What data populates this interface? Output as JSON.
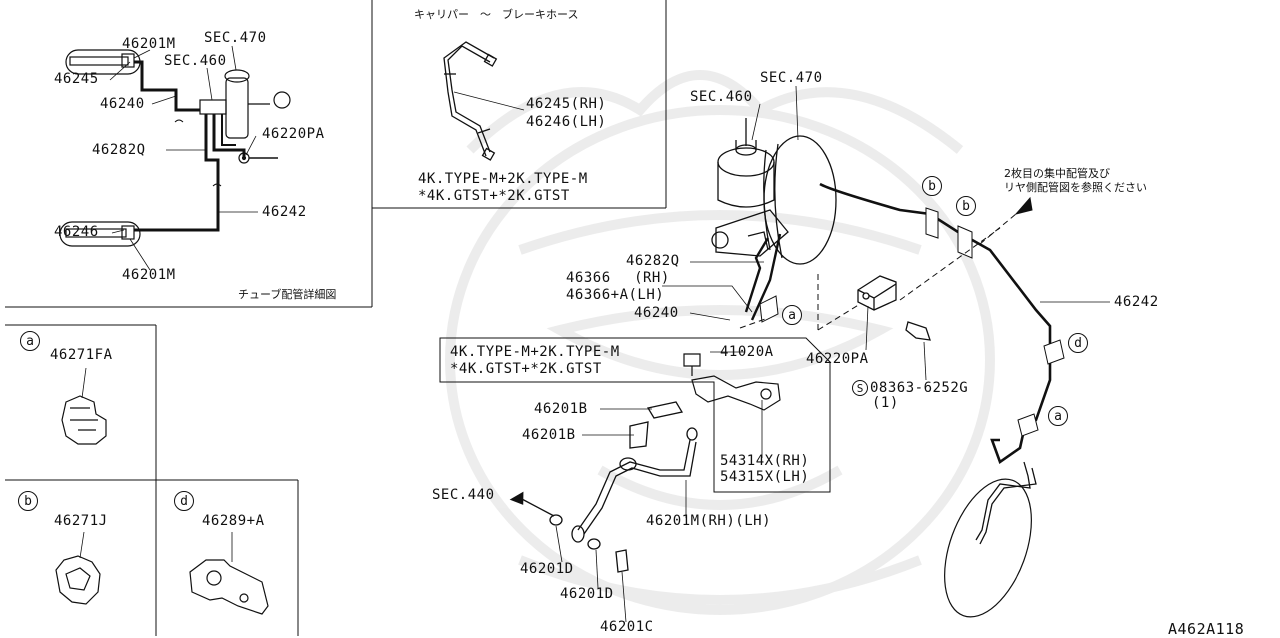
{
  "inset_tube": {
    "labels": {
      "l46201m_top": "46201M",
      "sec470": "SEC.470",
      "sec460": "SEC.460",
      "l46245": "46245",
      "l46240": "46240",
      "l46220pa": "46220PA",
      "l46282q": "46282Q",
      "l46242": "46242",
      "l46246": "46246",
      "l46201m_bot": "46201M"
    },
    "caption": "チューブ配管詳細図"
  },
  "inset_caliper": {
    "title": "キャリパー　～　ブレーキホース",
    "part_rh": "46245(RH)",
    "part_lh": "46246(LH)",
    "type_line1": "4K.TYPE-M+2K.TYPE-M",
    "type_line2": "*4K.GTST+*2K.GTST"
  },
  "clip_a": {
    "letter": "a",
    "part": "46271FA"
  },
  "clip_b": {
    "letter": "b",
    "part": "46271J"
  },
  "clip_d": {
    "letter": "d",
    "part": "46289+A"
  },
  "main": {
    "sec470": "SEC.470",
    "sec460": "SEC.460",
    "note_line1": "2枚目の集中配管及び",
    "note_line2": "リヤ側配管図を参照ください",
    "l46282q": "46282Q",
    "l46366_rh": "46366　 (RH)",
    "l46366_lh": "46366+A(LH)",
    "l46240": "46240",
    "l46242": "46242",
    "l46220pa": "46220PA",
    "bolt_circle": "S",
    "bolt_part": "08363-6252G",
    "bolt_qty": "(1)",
    "box_line1": "4K.TYPE-M+2K.TYPE-M",
    "box_line2": "*4K.GTST+*2K.GTST",
    "l41020a": "41020A",
    "l46201b_1": "46201B",
    "l46201b_2": "46201B",
    "l54314x": "54314X(RH)",
    "l54315x": "54315X(LH)",
    "sec440": "SEC.440",
    "l46201m": "46201M(RH)(LH)",
    "l46201d_1": "46201D",
    "l46201d_2": "46201D",
    "l46201c": "46201C",
    "tag_a1": "a",
    "tag_a2": "a",
    "tag_b1": "b",
    "tag_b2": "b",
    "tag_d": "d"
  },
  "figure_id": "A462A118"
}
